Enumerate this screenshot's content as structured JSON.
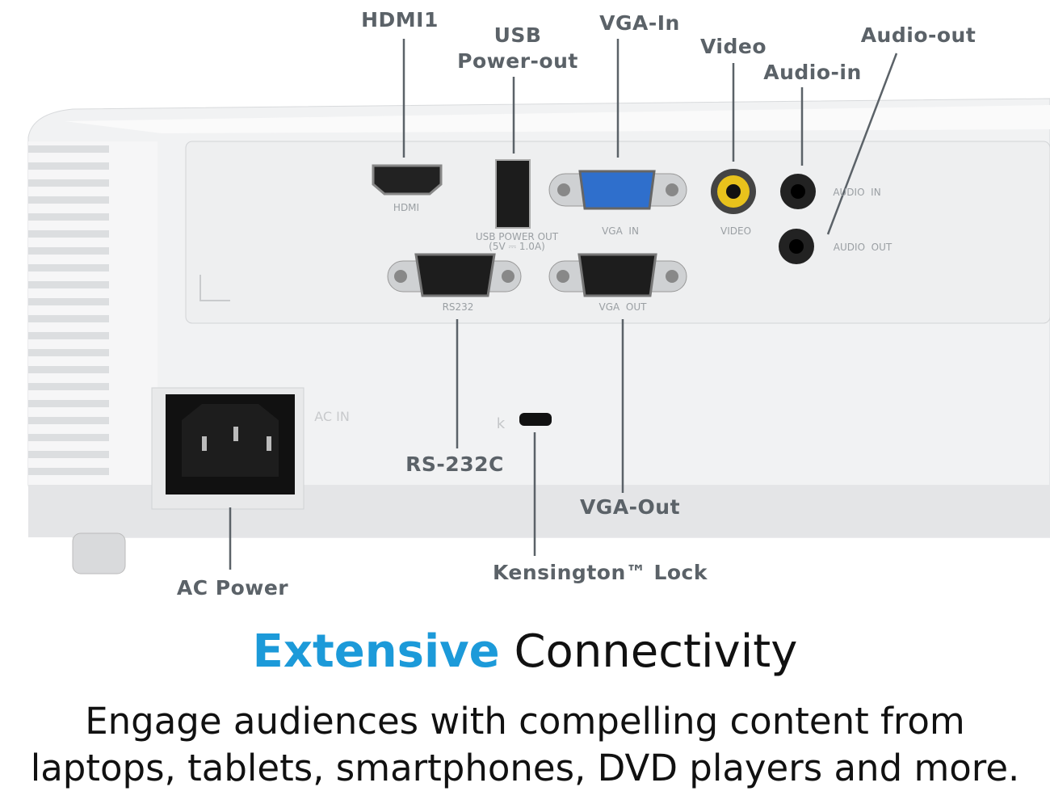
{
  "callouts": {
    "hdmi1": "HDMI1",
    "usb_line1": "USB",
    "usb_line2": "Power-out",
    "vga_in": "VGA-In",
    "video": "Video",
    "audio_in": "Audio-in",
    "audio_out": "Audio-out",
    "rs232c": "RS-232C",
    "vga_out": "VGA-Out",
    "kensington": "Kensington™ Lock",
    "ac_power": "AC Power"
  },
  "panel_labels": {
    "hdmi": "HDMI",
    "usb_line1": "USB POWER OUT",
    "usb_line2": "(5V ⎓ 1.0A)",
    "vga_in": "VGA  IN",
    "video": "VIDEO",
    "audio_in": "AUDIO  IN",
    "audio_out": "AUDIO  OUT",
    "rs232": "RS232",
    "vga_out": "VGA  OUT",
    "ac_in": "AC IN"
  },
  "headline": {
    "highlight": "Extensive",
    "rest": "Connectivity"
  },
  "description": {
    "line1": "Engage audiences with compelling content from",
    "line2": "laptops, tablets, smartphones, DVD players and more."
  },
  "colors": {
    "accent": "#1c9ad9",
    "callout": "#5b6268"
  }
}
